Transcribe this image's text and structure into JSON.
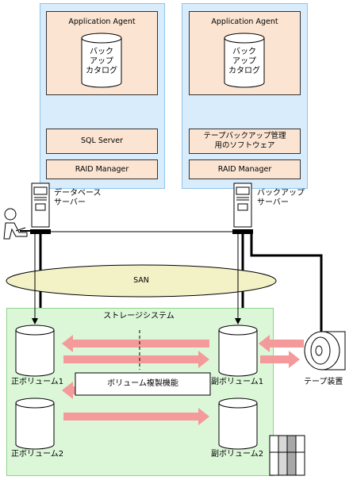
{
  "left_server": {
    "agent_label": "Application Agent",
    "catalog_label": "バック\nアップ\nカタログ",
    "app_label": "SQL Server",
    "raid_label": "RAID Manager",
    "server_label": "データベース\nサーバー"
  },
  "right_server": {
    "agent_label": "Application Agent",
    "catalog_label": "バック\nアップ\nカタログ",
    "app_label": "テープバックアップ管理\n用のソフトウェア",
    "raid_label": "RAID Manager",
    "server_label": "バックアップ\nサーバー"
  },
  "san_label": "SAN",
  "storage": {
    "title": "ストレージシステム",
    "function_label": "ボリューム複製機能",
    "primary_vol_1": "正ボリューム1",
    "secondary_vol_1": "副ボリューム1",
    "primary_vol_2": "正ボリューム2",
    "secondary_vol_2": "副ボリューム2"
  },
  "tape_label": "テープ装置",
  "colors": {
    "server_panel": "#d9ecfb",
    "software_box": "#fbe4d2",
    "san_ellipse": "#f3f1c6",
    "storage_area": "#dbf7d8",
    "copy_arrow": "#f49a9a"
  }
}
